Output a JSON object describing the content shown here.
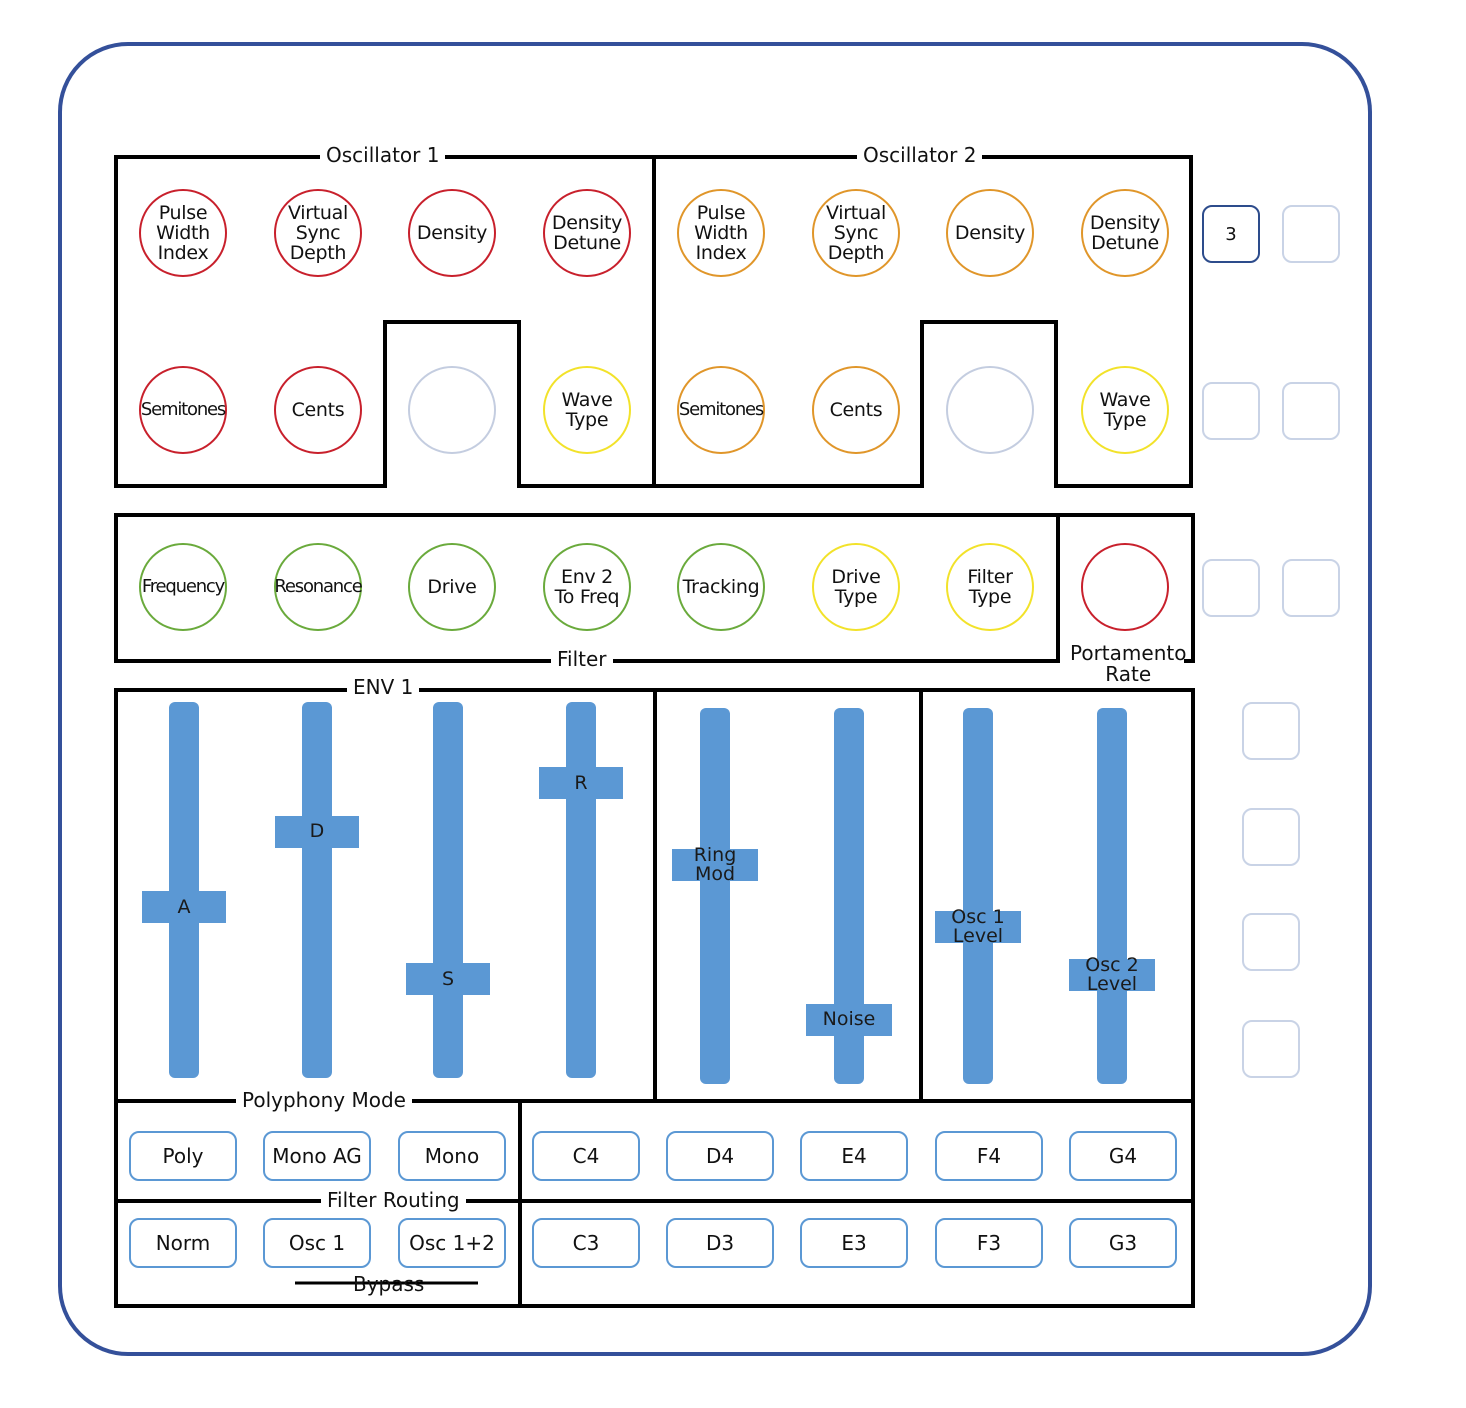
{
  "sections": {
    "oscillator1": "Oscillator 1",
    "oscillator2": "Oscillator 2",
    "filter": "Filter",
    "env1": "ENV 1",
    "polyphony_mode": "Polyphony Mode",
    "filter_routing": "Filter Routing",
    "bypass": "Bypass",
    "portamento_rate": "Portamento\nRate"
  },
  "osc1": {
    "pulse_width_index": "Pulse\nWidth\nIndex",
    "virtual_sync_depth": "Virtual\nSync\nDepth",
    "density": "Density",
    "density_detune": "Density\nDetune",
    "semitones": "Semitones",
    "cents": "Cents",
    "wave_type": "Wave\nType"
  },
  "osc2": {
    "pulse_width_index": "Pulse\nWidth\nIndex",
    "virtual_sync_depth": "Virtual\nSync\nDepth",
    "density": "Density",
    "density_detune": "Density\nDetune",
    "semitones": "Semitones",
    "cents": "Cents",
    "wave_type": "Wave\nType"
  },
  "filter": {
    "frequency": "Frequency",
    "resonance": "Resonance",
    "drive": "Drive",
    "env2_to_freq": "Env 2\nTo Freq",
    "tracking": "Tracking",
    "drive_type": "Drive\nType",
    "filter_type": "Filter\nType"
  },
  "pads": {
    "top_left_label": "3"
  },
  "sliders": {
    "a": {
      "label": "A",
      "level": 0.45
    },
    "d": {
      "label": "D",
      "level": 0.67
    },
    "s": {
      "label": "S",
      "level": 0.24
    },
    "r": {
      "label": "R",
      "level": 0.81
    },
    "ring_mod": {
      "label": "Ring Mod",
      "level": 0.59
    },
    "noise": {
      "label": "Noise",
      "level": 0.14
    },
    "osc1_level": {
      "label": "Osc 1\nLevel",
      "level": 0.41
    },
    "osc2_level": {
      "label": "Osc 2\nLevel",
      "level": 0.27
    }
  },
  "buttons": {
    "poly": "Poly",
    "mono_ag": "Mono AG",
    "mono": "Mono",
    "norm": "Norm",
    "osc1": "Osc 1",
    "osc12": "Osc 1+2",
    "notes_upper": [
      "C4",
      "D4",
      "E4",
      "F4",
      "G4"
    ],
    "notes_lower": [
      "C3",
      "D3",
      "E3",
      "F3",
      "G3"
    ]
  },
  "colors": {
    "panel_border": "#34509a",
    "red": "#c8202c",
    "orange": "#e0962a",
    "yellow": "#f2e22a",
    "green": "#6aaa3c",
    "slider": "#5b98d4",
    "pad_inactive": "#c9d3e6",
    "pad_active": "#2d4c8c"
  }
}
